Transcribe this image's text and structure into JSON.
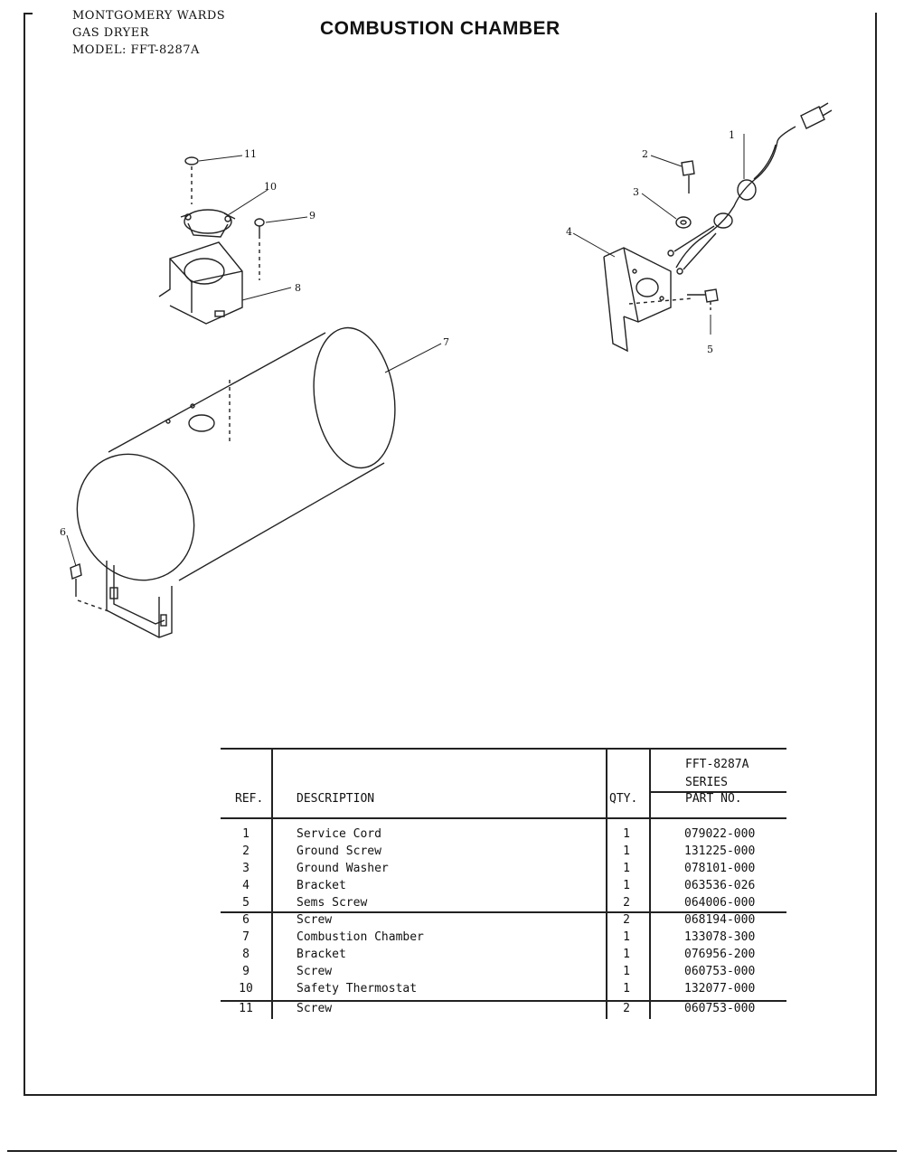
{
  "header": {
    "brand": "MONTGOMERY WARDS",
    "product": "GAS DRYER",
    "model": "MODEL: FFT-8287A",
    "title": "COMBUSTION CHAMBER"
  },
  "callouts": [
    "1",
    "2",
    "3",
    "4",
    "5",
    "6",
    "7",
    "8",
    "9",
    "10",
    "11"
  ],
  "table": {
    "headers": {
      "ref": "REF.",
      "description": "DESCRIPTION",
      "qty": "QTY.",
      "series_line1": "FFT-8287A",
      "series_line2": "SERIES",
      "part_no": "PART NO."
    },
    "rows": [
      {
        "ref": "1",
        "description": "Service Cord",
        "qty": "1",
        "part": "079022-000"
      },
      {
        "ref": "2",
        "description": "Ground Screw",
        "qty": "1",
        "part": "131225-000"
      },
      {
        "ref": "3",
        "description": "Ground Washer",
        "qty": "1",
        "part": "078101-000"
      },
      {
        "ref": "4",
        "description": "Bracket",
        "qty": "1",
        "part": "063536-026"
      },
      {
        "ref": "5",
        "description": "Sems Screw",
        "qty": "2",
        "part": "064006-000"
      },
      {
        "ref": "6",
        "description": "Screw",
        "qty": "2",
        "part": "068194-000"
      },
      {
        "ref": "7",
        "description": "Combustion Chamber",
        "qty": "1",
        "part": "133078-300"
      },
      {
        "ref": "8",
        "description": "Bracket",
        "qty": "1",
        "part": "076956-200"
      },
      {
        "ref": "9",
        "description": "Screw",
        "qty": "1",
        "part": "060753-000"
      },
      {
        "ref": "10",
        "description": "Safety Thermostat",
        "qty": "1",
        "part": "132077-000"
      },
      {
        "ref": "11",
        "description": "Screw",
        "qty": "2",
        "part": "060753-000"
      }
    ]
  }
}
